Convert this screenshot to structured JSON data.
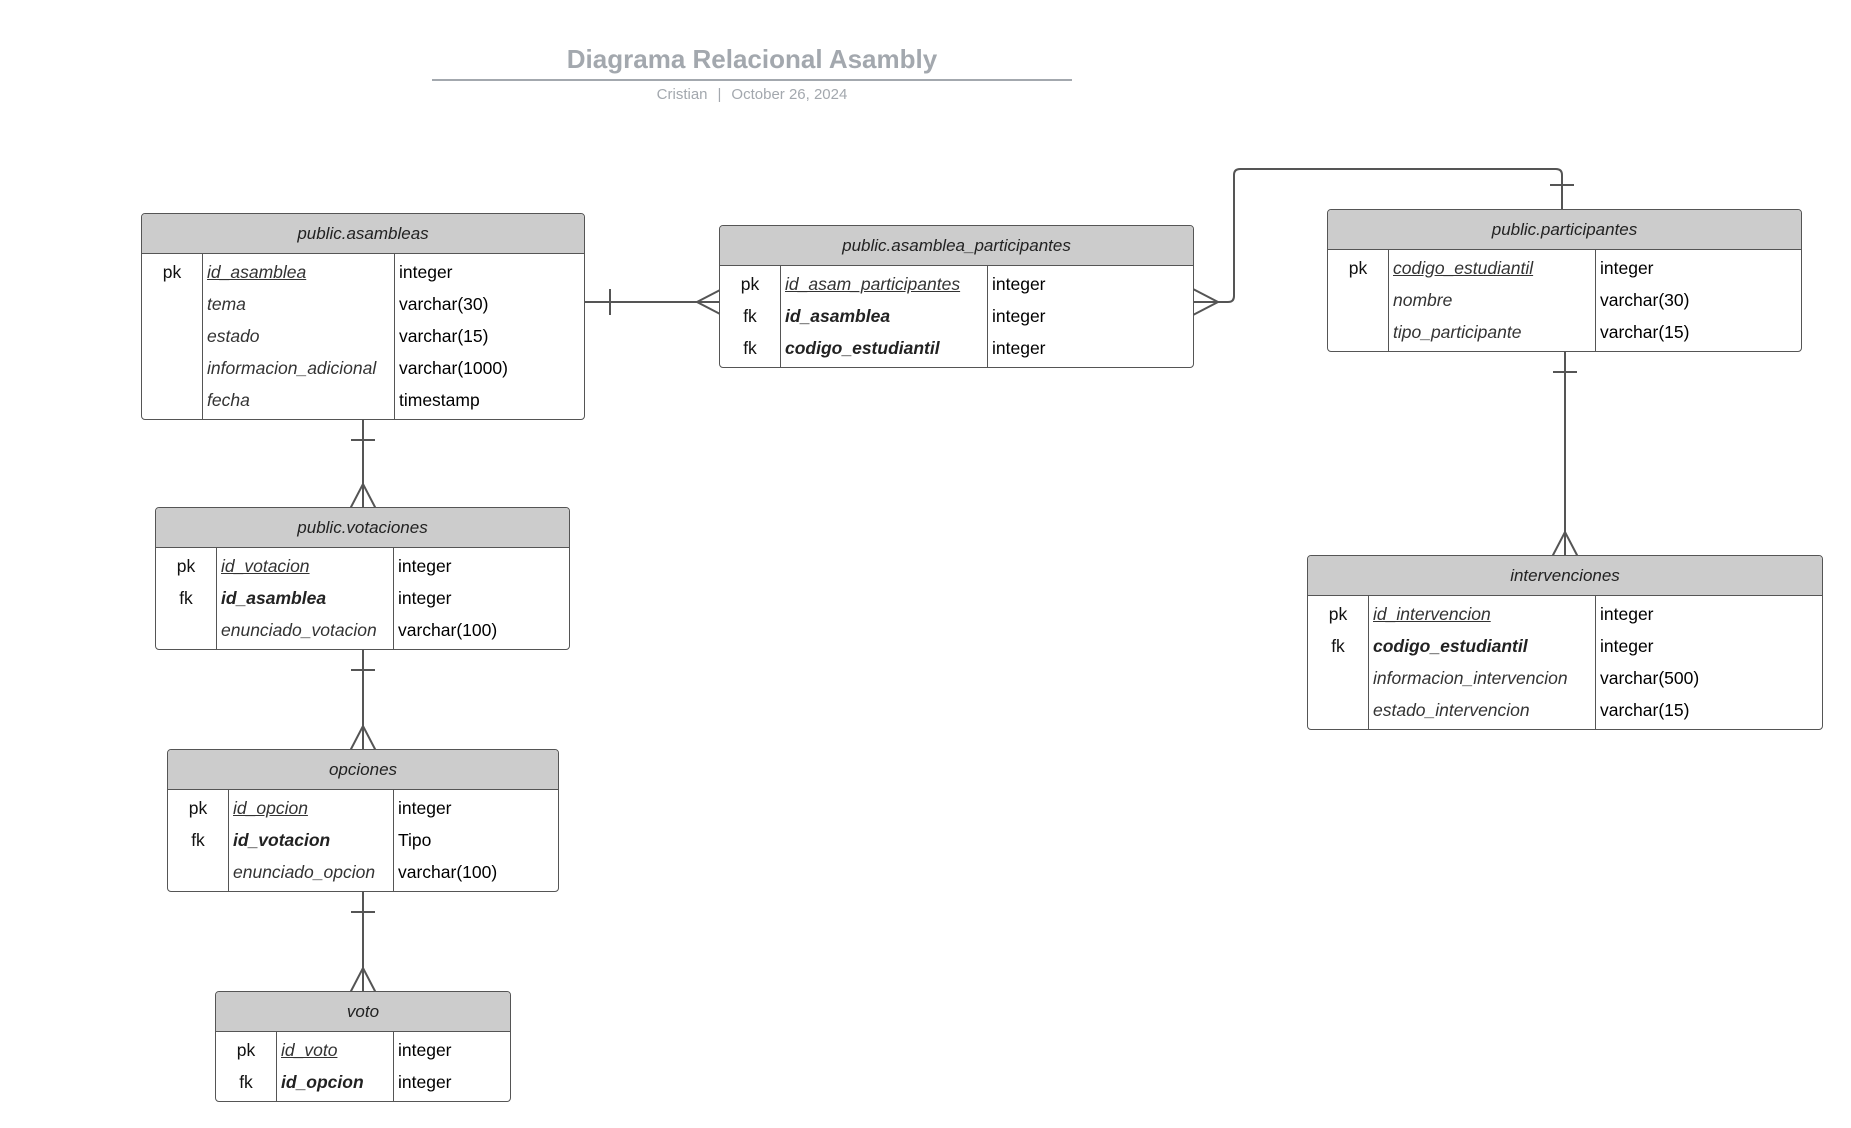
{
  "header": {
    "title": "Diagrama Relacional Asambly",
    "author": "Cristian",
    "separator": "|",
    "date": "October 26, 2024"
  },
  "colors": {
    "header_fill": "#cccccc",
    "border": "#555555",
    "title_text": "#a3a8ae"
  },
  "entities": {
    "asambleas": {
      "name": "public.asambleas",
      "rows": [
        {
          "key": "pk",
          "column": "id_asamblea",
          "type": "integer"
        },
        {
          "key": "",
          "column": "tema",
          "type": "varchar(30)"
        },
        {
          "key": "",
          "column": "estado",
          "type": "varchar(15)"
        },
        {
          "key": "",
          "column": "informacion_adicional",
          "type": "varchar(1000)"
        },
        {
          "key": "",
          "column": "fecha",
          "type": "timestamp"
        }
      ]
    },
    "asamblea_participantes": {
      "name": "public.asamblea_participantes",
      "rows": [
        {
          "key": "pk",
          "column": "id_asam_participantes",
          "type": "integer"
        },
        {
          "key": "fk",
          "column": "id_asamblea",
          "type": "integer"
        },
        {
          "key": "fk",
          "column": "codigo_estudiantil",
          "type": "integer"
        }
      ]
    },
    "participantes": {
      "name": "public.participantes",
      "rows": [
        {
          "key": "pk",
          "column": "codigo_estudiantil",
          "type": "integer"
        },
        {
          "key": "",
          "column": "nombre",
          "type": "varchar(30)"
        },
        {
          "key": "",
          "column": "tipo_participante",
          "type": "varchar(15)"
        }
      ]
    },
    "votaciones": {
      "name": "public.votaciones",
      "rows": [
        {
          "key": "pk",
          "column": "id_votacion",
          "type": "integer"
        },
        {
          "key": "fk",
          "column": "id_asamblea",
          "type": "integer"
        },
        {
          "key": "",
          "column": "enunciado_votacion",
          "type": "varchar(100)"
        }
      ]
    },
    "opciones": {
      "name": "opciones",
      "rows": [
        {
          "key": "pk",
          "column": "id_opcion",
          "type": "integer"
        },
        {
          "key": "fk",
          "column": "id_votacion",
          "type": "Tipo"
        },
        {
          "key": "",
          "column": "enunciado_opcion",
          "type": "varchar(100)"
        }
      ]
    },
    "voto": {
      "name": "voto",
      "rows": [
        {
          "key": "pk",
          "column": "id_voto",
          "type": "integer"
        },
        {
          "key": "fk",
          "column": "id_opcion",
          "type": "integer"
        }
      ]
    },
    "intervenciones": {
      "name": "intervenciones",
      "rows": [
        {
          "key": "pk",
          "column": "id_intervencion",
          "type": "integer"
        },
        {
          "key": "fk",
          "column": "codigo_estudiantil",
          "type": "integer"
        },
        {
          "key": "",
          "column": "informacion_intervencion",
          "type": "varchar(500)"
        },
        {
          "key": "",
          "column": "estado_intervencion",
          "type": "varchar(15)"
        }
      ]
    }
  },
  "relationships": [
    {
      "from": "asambleas",
      "to": "asamblea_participantes",
      "cardinality": "one-to-many"
    },
    {
      "from": "participantes",
      "to": "asamblea_participantes",
      "cardinality": "one-to-many"
    },
    {
      "from": "asambleas",
      "to": "votaciones",
      "cardinality": "one-to-many"
    },
    {
      "from": "votaciones",
      "to": "opciones",
      "cardinality": "one-to-many"
    },
    {
      "from": "opciones",
      "to": "voto",
      "cardinality": "one-to-many"
    },
    {
      "from": "participantes",
      "to": "intervenciones",
      "cardinality": "one-to-many"
    }
  ]
}
